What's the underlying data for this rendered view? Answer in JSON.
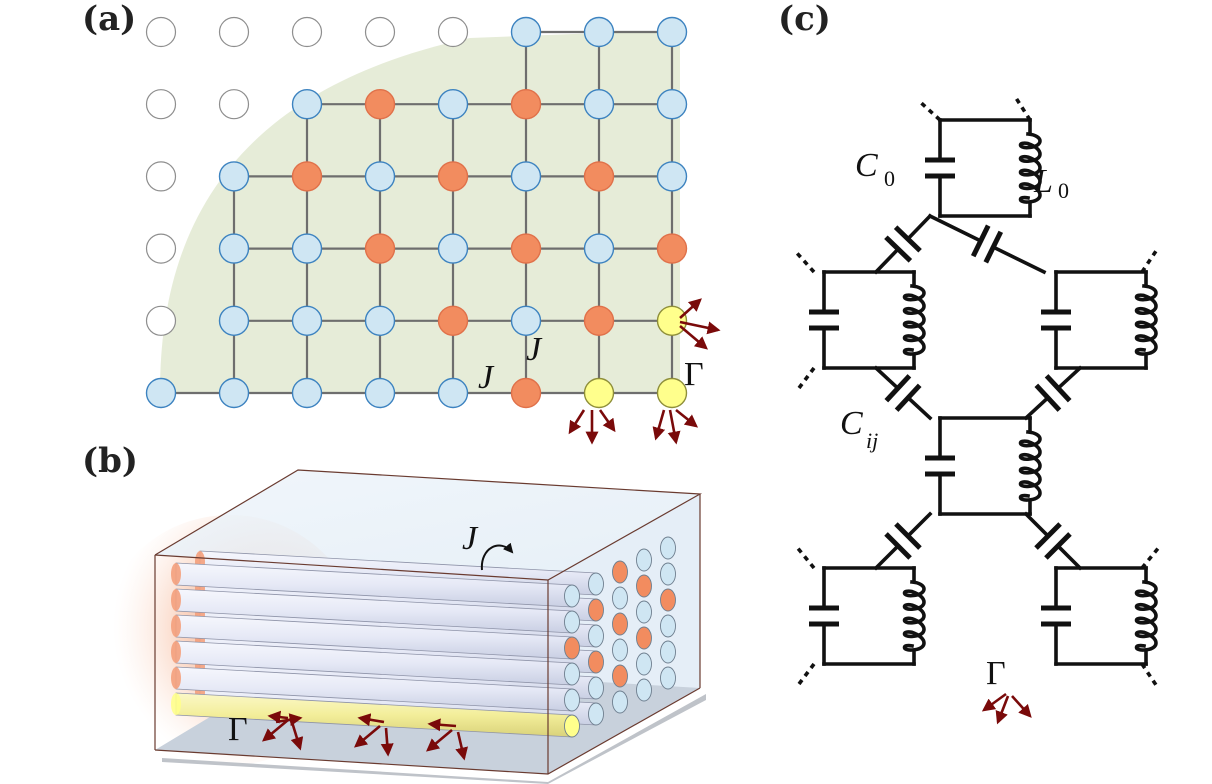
{
  "panels": {
    "a": "(a)",
    "b": "(b)",
    "c": "(c)"
  },
  "symbols": {
    "J": "J",
    "Gamma": "Γ",
    "C": "C",
    "L": "L",
    "sub_0": "0",
    "sub_ij": "ij"
  },
  "colors": {
    "blue_site": "#cfe6f3",
    "orange_site": "#f28c5f",
    "yellow_site": "#ffff8c",
    "empty_site": "#ffffff",
    "region_fill": "#e6ecd8",
    "arrow": "#7a0a0a",
    "waveguide": "#e9ecf7",
    "lossy_waveguide": "#f6f3a8"
  },
  "lattice": {
    "rows": [
      [
        "empty",
        "empty",
        "empty",
        "empty",
        "empty",
        "blue",
        "blue",
        "blue"
      ],
      [
        "empty",
        "empty",
        "blue",
        "orange",
        "blue",
        "orange",
        "blue",
        "blue"
      ],
      [
        "empty",
        "blue",
        "orange",
        "blue",
        "orange",
        "blue",
        "orange",
        "blue"
      ],
      [
        "empty",
        "blue",
        "blue",
        "orange",
        "blue",
        "orange",
        "blue",
        "orange"
      ],
      [
        "empty",
        "blue",
        "blue",
        "blue",
        "orange",
        "blue",
        "orange",
        "yellow"
      ],
      [
        "blue",
        "blue",
        "blue",
        "blue",
        "blue",
        "orange",
        "yellow",
        "yellow"
      ]
    ]
  }
}
